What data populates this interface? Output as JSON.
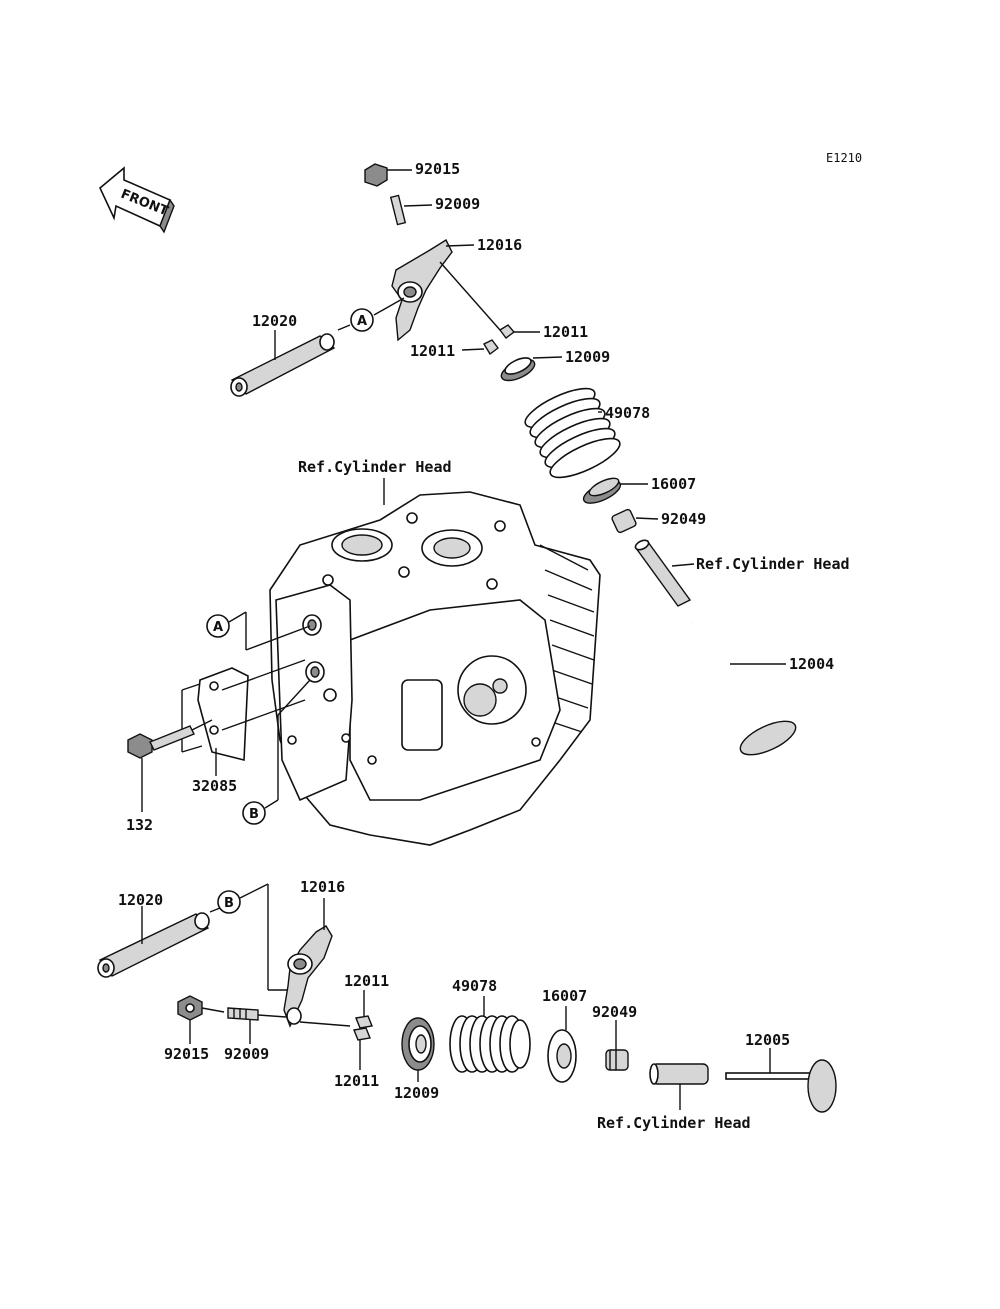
{
  "diagram_code": "E1210",
  "front_label": "FRONT",
  "callouts": {
    "a": "A",
    "b": "B"
  },
  "parts": {
    "p92015_top": "92015",
    "p92009_top": "92009",
    "p12016_top": "12016",
    "p12020_top": "12020",
    "p12011_top_r": "12011",
    "p12011_top_l": "12011",
    "p12009_top": "12009",
    "p49078_top": "49078",
    "ref_head_top": "Ref.Cylinder Head",
    "p16007_top": "16007",
    "p92049_top": "92049",
    "ref_head_guide": "Ref.Cylinder Head",
    "p12004": "12004",
    "p32085": "32085",
    "p132": "132",
    "p12020_bot": "12020",
    "p12016_bot": "12016",
    "p12011_bot_t": "12011",
    "p12011_bot_b": "12011",
    "p49078_bot": "49078",
    "p16007_bot": "16007",
    "p92049_bot": "92049",
    "p12005": "12005",
    "p92015_bot": "92015",
    "p92009_bot": "92009",
    "p12009_bot": "12009",
    "ref_head_bot": "Ref.Cylinder Head"
  }
}
